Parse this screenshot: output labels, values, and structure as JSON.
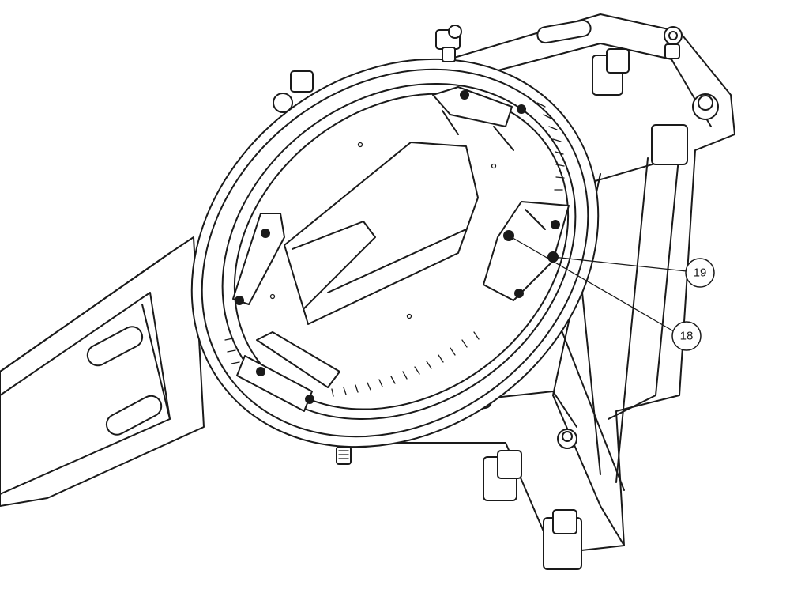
{
  "callouts": [
    {
      "id": "callout-19",
      "label": "19"
    },
    {
      "id": "callout-18",
      "label": "18"
    }
  ],
  "colors": {
    "line": "#1a1a1a",
    "background": "#ffffff"
  }
}
